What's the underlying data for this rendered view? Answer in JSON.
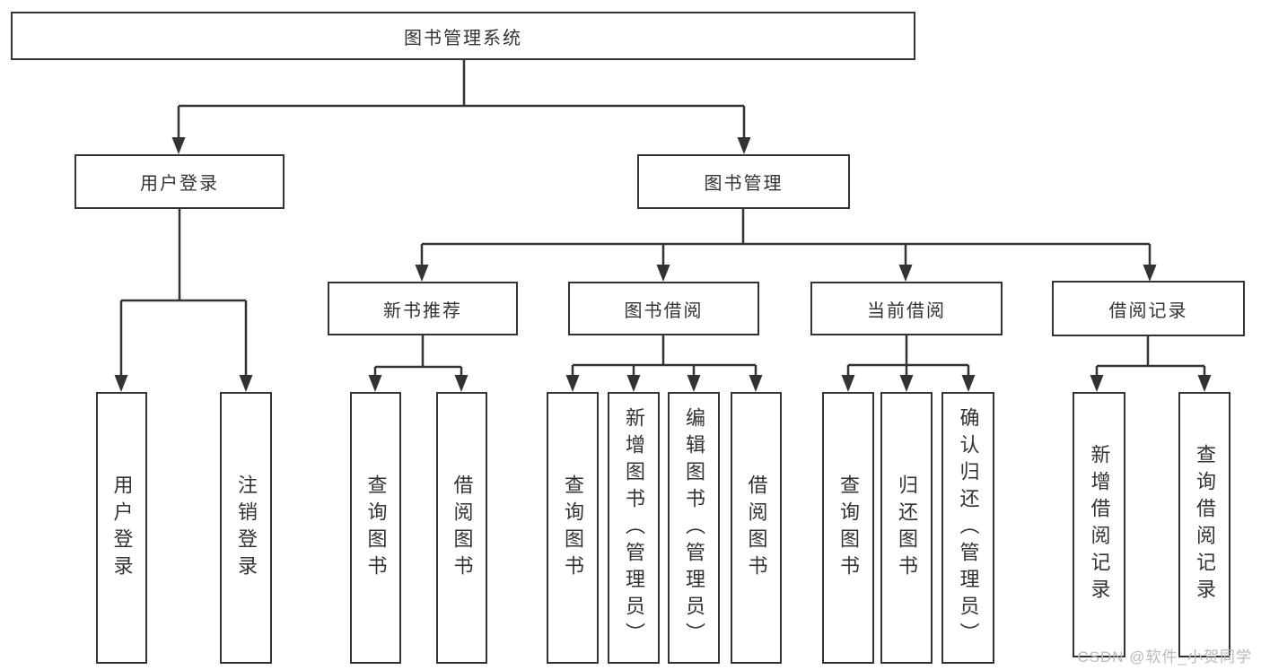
{
  "diagram": {
    "root_label": "图书管理系统",
    "nodes": {
      "user_login": {
        "label": "用户登录"
      },
      "book_mgmt": {
        "label": "图书管理"
      },
      "new_book_rec": {
        "label": "新书推荐"
      },
      "book_borrow": {
        "label": "图书借阅"
      },
      "current_borrow": {
        "label": "当前借阅"
      },
      "borrow_records": {
        "label": "借阅记录"
      }
    },
    "leaves": {
      "user_login": [
        "用户登录",
        "注销登录"
      ],
      "new_book_rec": [
        "查询图书",
        "借阅图书"
      ],
      "book_borrow": [
        "查询图书",
        "新增图书（管理员）",
        "编辑图书（管理员）",
        "借阅图书"
      ],
      "current_borrow": [
        "查询图书",
        "归还图书",
        "确认归还（管理员）"
      ],
      "borrow_records": [
        "新增借阅记录",
        "查询借阅记录"
      ]
    }
  },
  "watermark": "CSDN @软件_小贺同学",
  "colors": {
    "line": "#333333",
    "text": "#333333",
    "background": "#ffffff",
    "watermark_text": "#bcb8b8"
  }
}
